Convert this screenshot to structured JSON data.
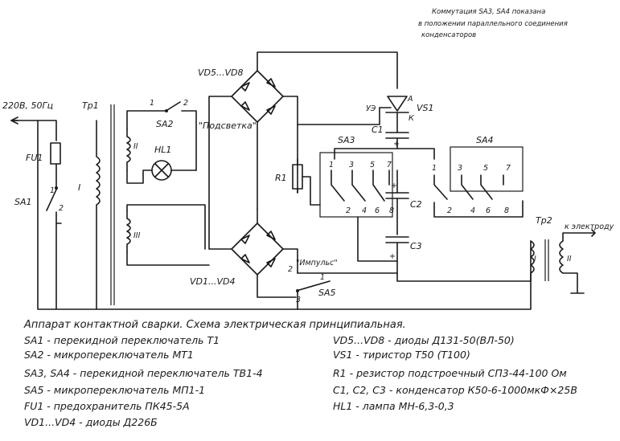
{
  "note": {
    "line1": "Коммутация SA3, SA4 показана",
    "line2": "в положении параллельного соединения",
    "line3": "конденсаторов"
  },
  "labels": {
    "mains": "220В, 50Гц",
    "fu1": "FU1",
    "sa1": "SA1",
    "tr1": "Тр1",
    "tr1_w1": "I",
    "tr1_w2": "II",
    "tr1_w3": "III",
    "sa2": "SA2",
    "sa2_c1": "1",
    "sa2_c2": "2",
    "hl1": "HL1",
    "podsvetka": "\"Подсветка\"",
    "vd5_vd8": "VD5...VD8",
    "vd1_vd4": "VD1...VD4",
    "vs1": "VS1",
    "ue": "УЭ",
    "anode": "А",
    "kathode": "К",
    "c1": "C1",
    "c2": "C2",
    "c3": "C3",
    "r1": "R1",
    "sa3": "SA3",
    "sa4": "SA4",
    "sa5": "SA5",
    "impuls": "\"Импульс\"",
    "tr2": "Тр2",
    "tr2_w1": "I",
    "tr2_w2": "II",
    "electrode": "к электроду",
    "plus": "+",
    "n1": "1",
    "n2": "2",
    "n3": "3",
    "n4": "4",
    "n5": "5",
    "n6": "6",
    "n7": "7",
    "n8": "8"
  },
  "title": "Аппарат контактной сварки. Схема электрическая принципиальная.",
  "legend_left": [
    "SA1 - перекидной переключатель Т1",
    "SA2 - микропереключатель МТ1",
    "SA3, SA4 - перекидной переключатель ТВ1-4",
    "SA5 - микропереключатель МП1-1",
    "FU1 - предохранитель ПК45-5А",
    "VD1...VD4 - диоды Д226Б"
  ],
  "legend_right": [
    "VD5...VD8 - диоды Д131-50(ВЛ-50)",
    "VS1 - тиристор Т50 (Т100)",
    "R1 - резистор подстроечный СП3-44-100 Ом",
    "C1, C2, C3 - конденсатор К50-6-1000мкФ×25В",
    "HL1 - лампа МН-6,3-0,3"
  ]
}
